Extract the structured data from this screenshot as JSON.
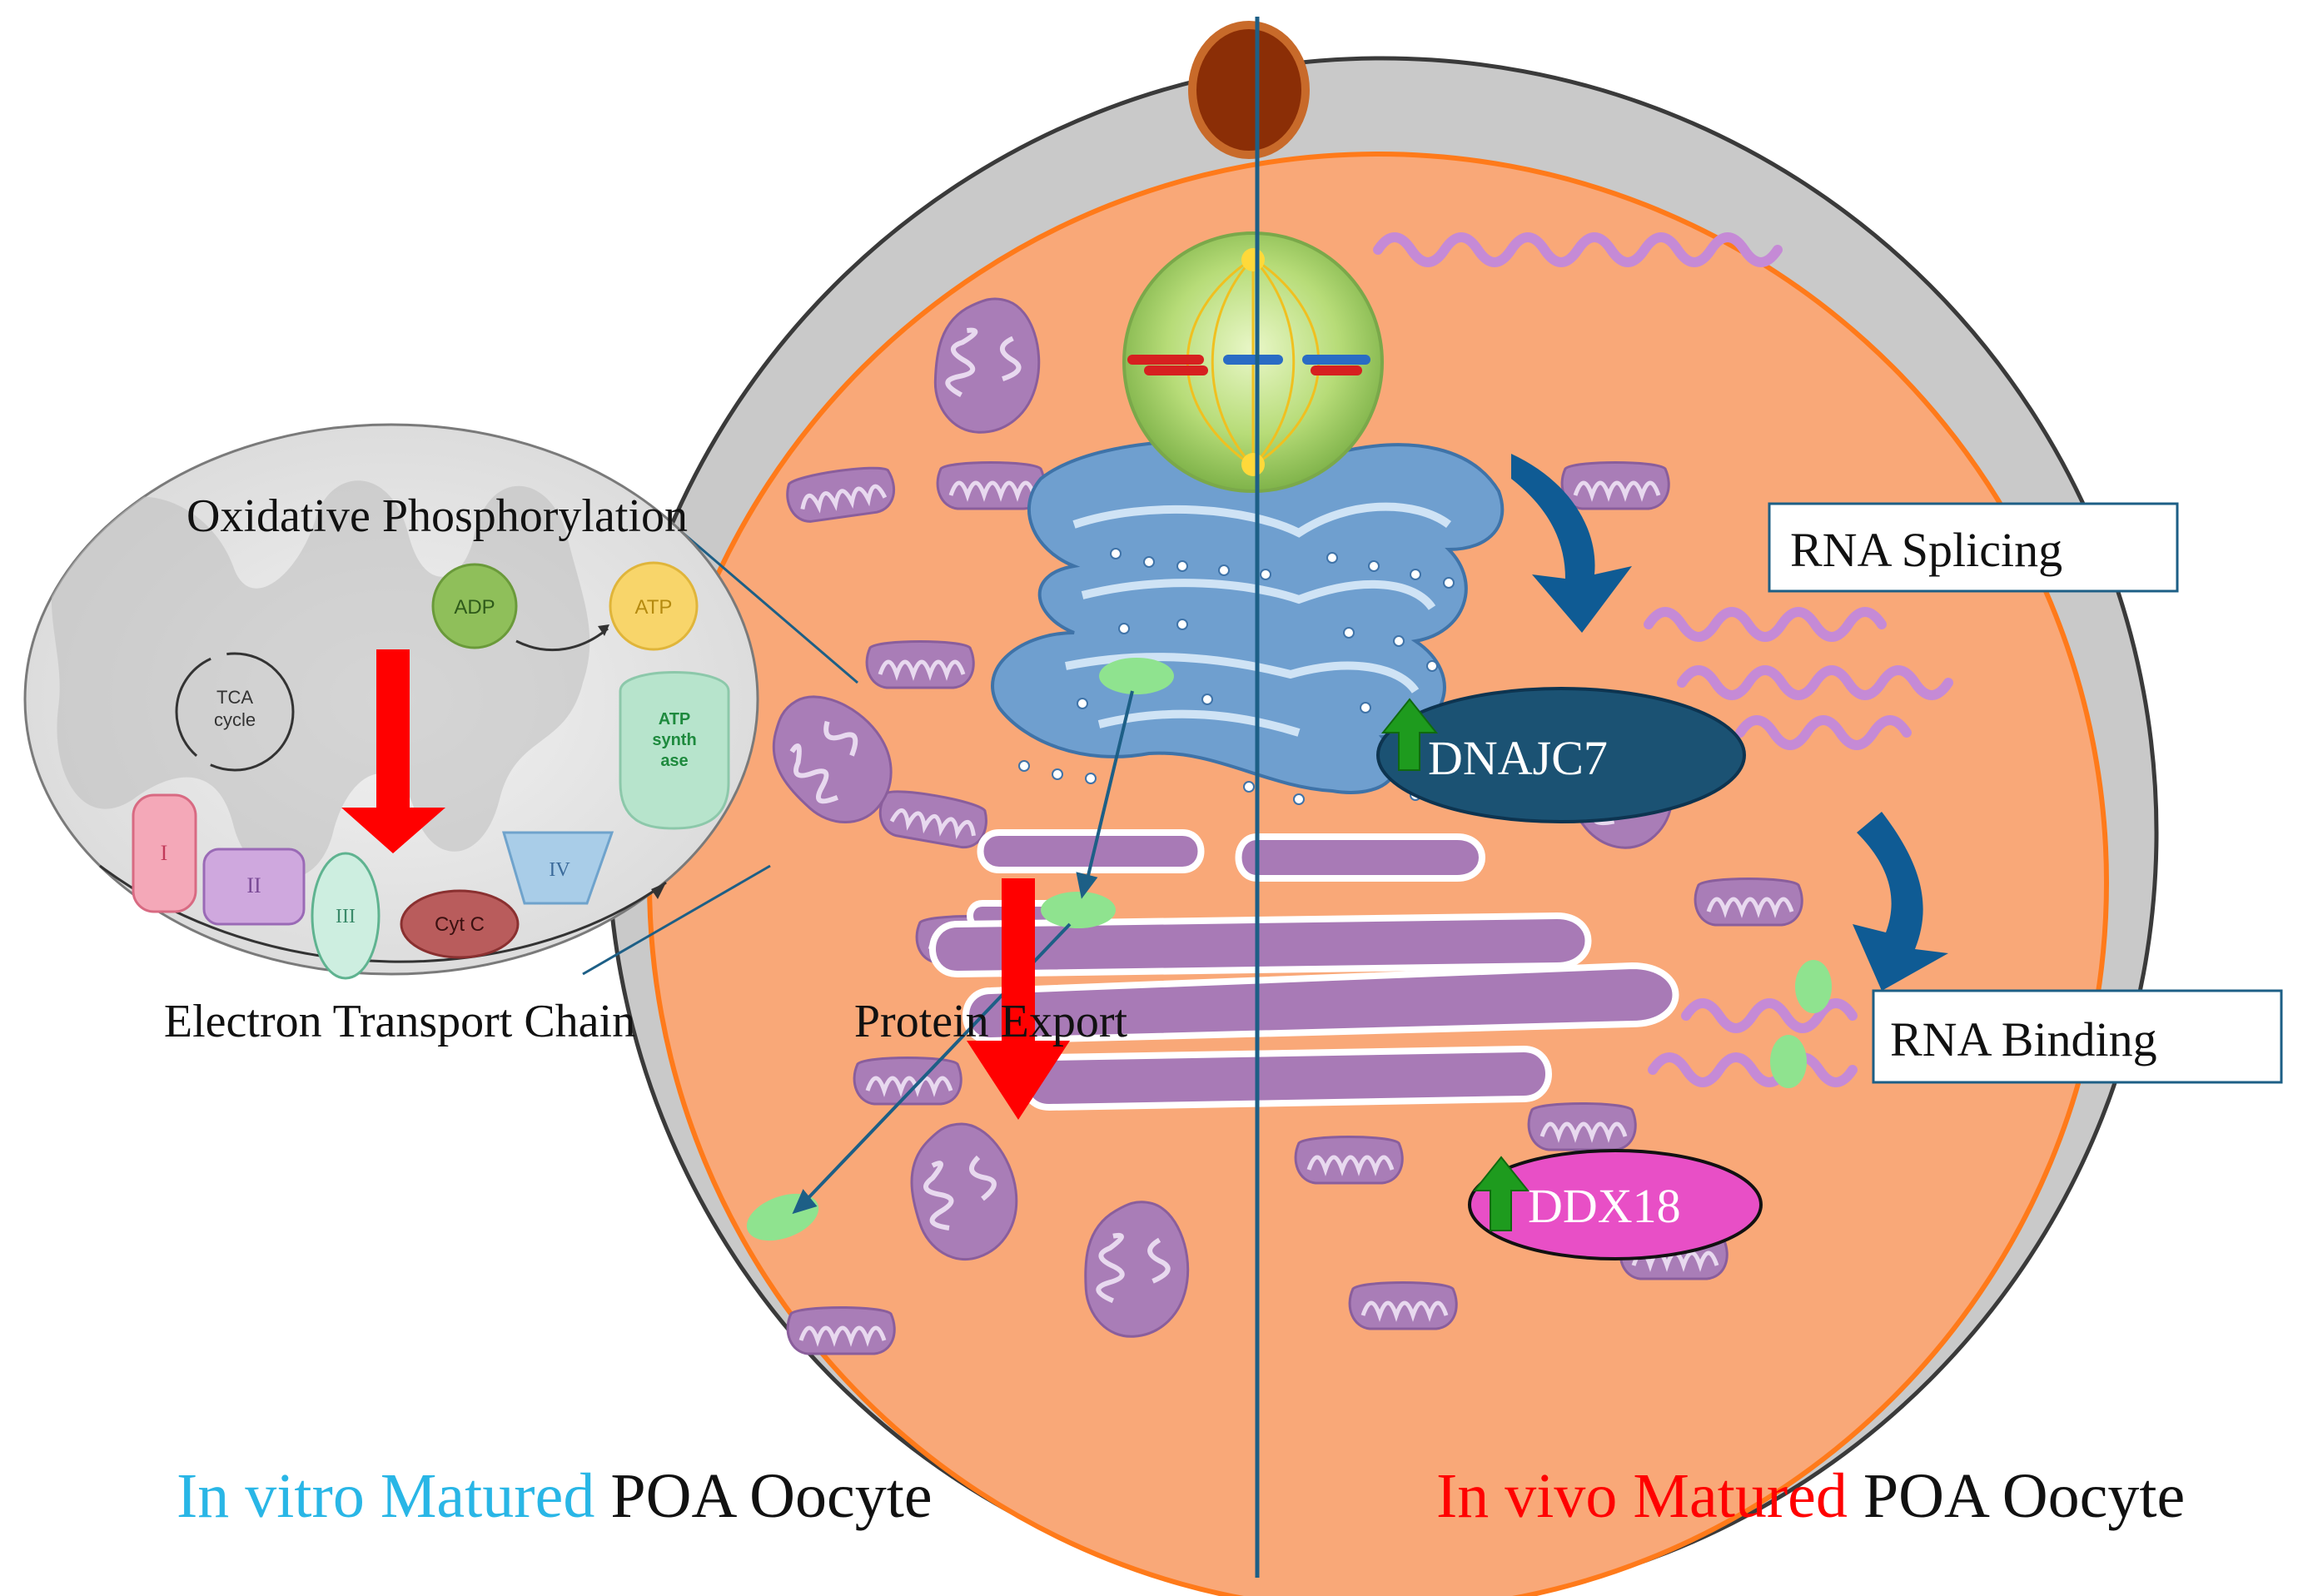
{
  "labels": {
    "oxidative_phosphorylation": "Oxidative Phosphorylation",
    "electron_transport_chain": "Electron Transport Chain",
    "protein_export": "Protein Export",
    "rna_splicing": "RNA Splicing",
    "rna_binding": "RNA Binding",
    "dnajc7": "DNAJC7",
    "ddx18": "DDX18"
  },
  "inset": {
    "tca": [
      "TCA",
      "cycle"
    ],
    "adp": "ADP",
    "atp": "ATP",
    "atp_synthase": [
      "ATP",
      "synth",
      "ase"
    ],
    "complex_1": "I",
    "complex_2": "II",
    "complex_3": "III",
    "complex_4": "IV",
    "cyt_c": "Cyt C"
  },
  "captions": {
    "left_highlight": "In vitro Matured",
    "left_rest": " POA Oocyte",
    "right_highlight": "In vivo Matured",
    "right_rest": " POA Oocyte"
  },
  "colors": {
    "cytoplasm": "#f9a878",
    "zona": "#c9c9c9",
    "mitochondria": "#a97db7",
    "golgi": "#6f9fcf",
    "er": "#a87ab6",
    "divider": "#1d5f86",
    "down_arrow": "#ff0000",
    "up_arrow": "#1e9b1e",
    "dnajc7_fill": "#1b5273",
    "ddx18_fill": "#e84fc6",
    "in_vitro_text": "#29b6e6",
    "in_vivo_text": "#ff0000"
  }
}
